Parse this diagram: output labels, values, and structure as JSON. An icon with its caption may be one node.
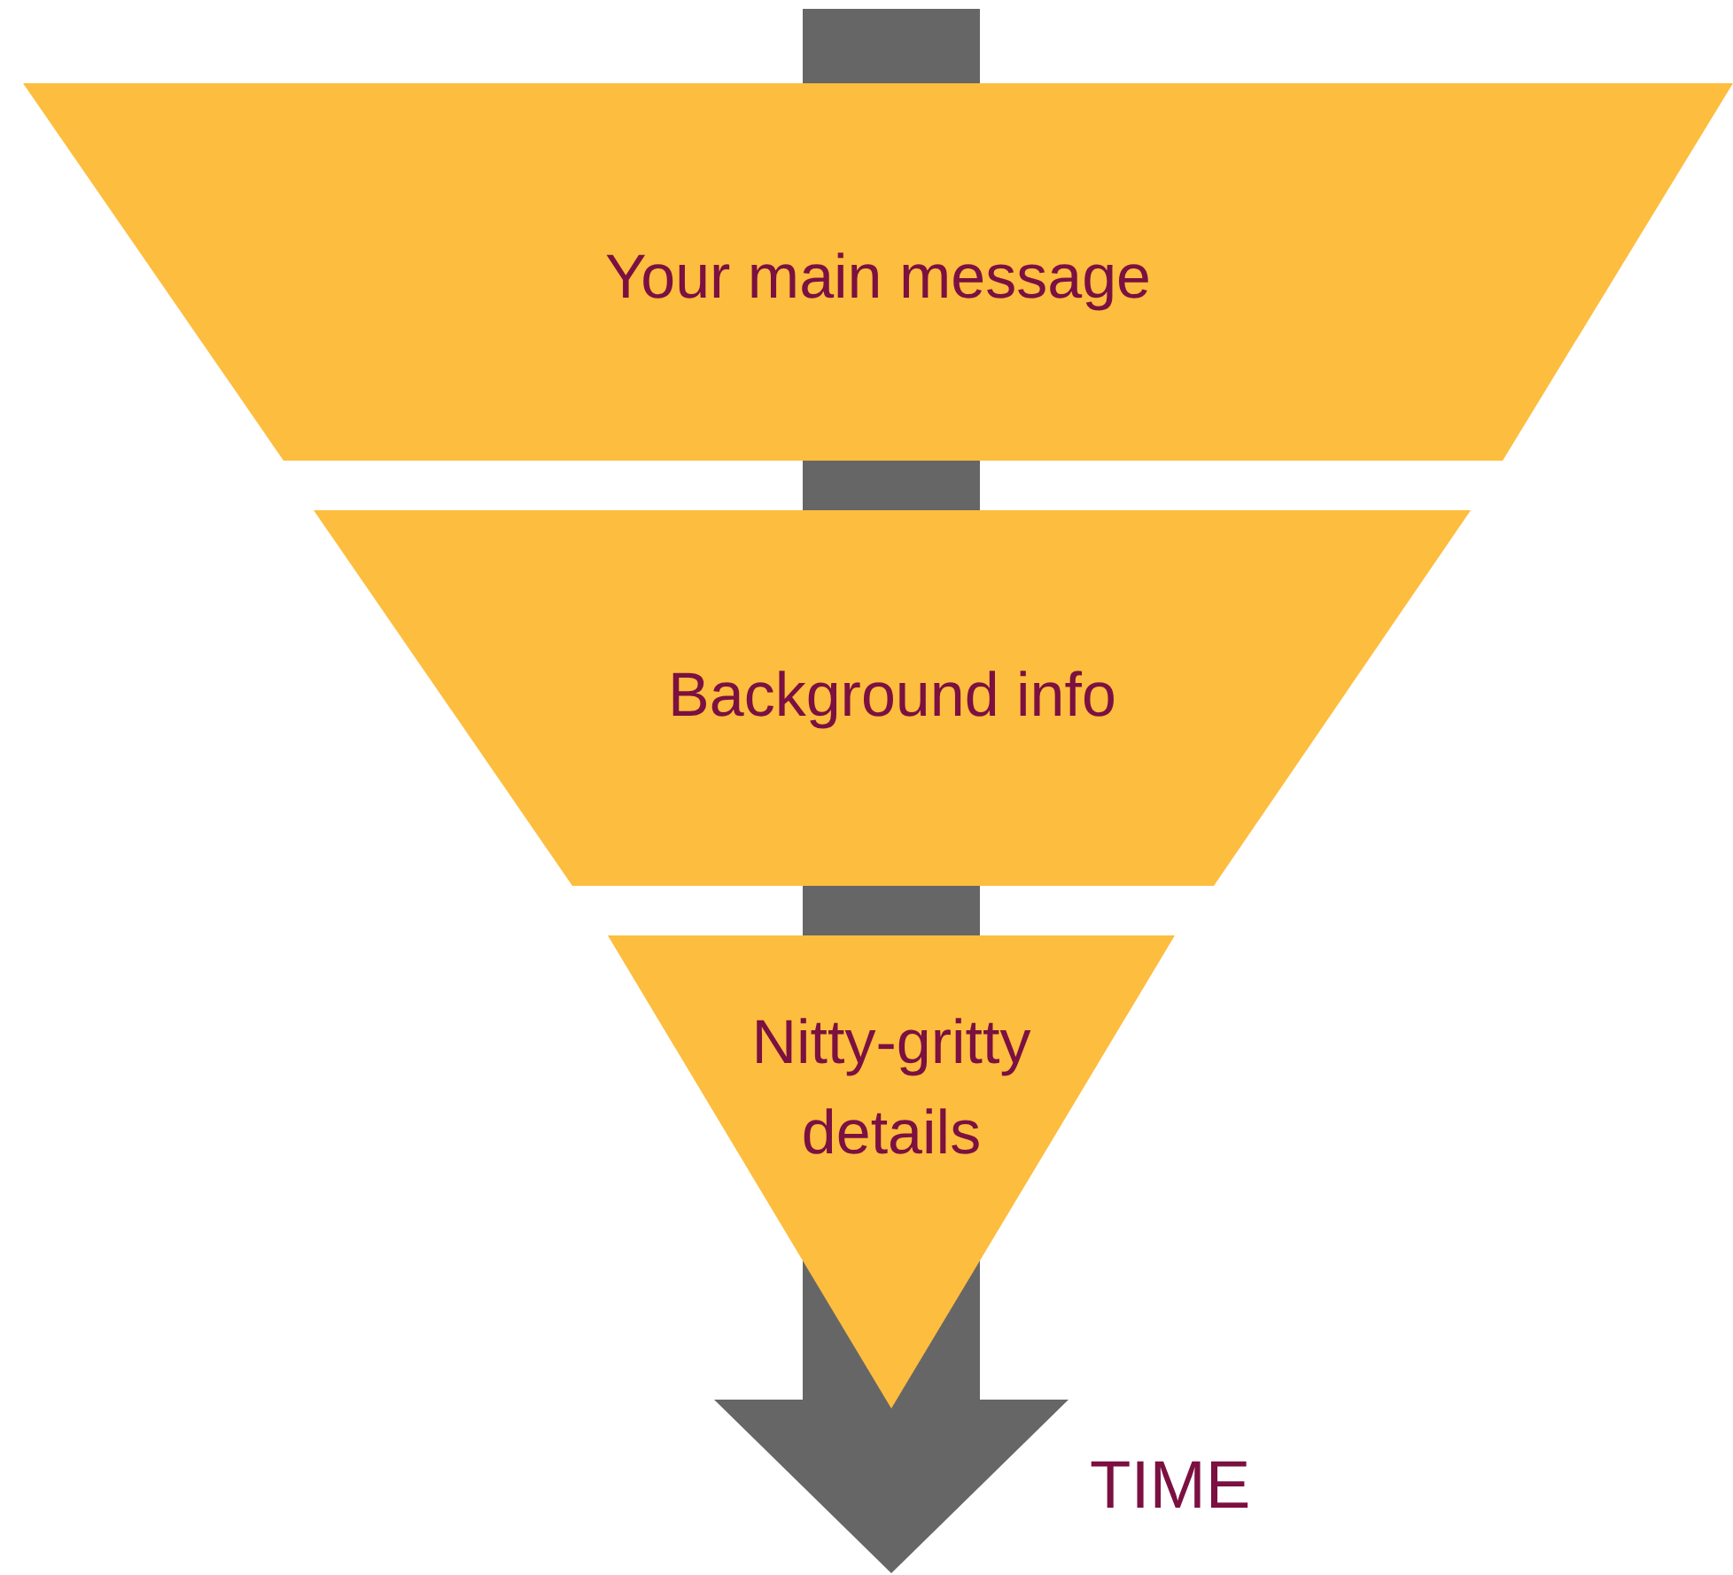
{
  "diagram": {
    "nodes": [
      {
        "text": [
          "Your main message"
        ]
      },
      {
        "text": [
          "Background info"
        ]
      },
      {
        "text": [
          "Nitty-gritty details"
        ]
      }
    ],
    "labels": [
      "TIME"
    ]
  }
}
